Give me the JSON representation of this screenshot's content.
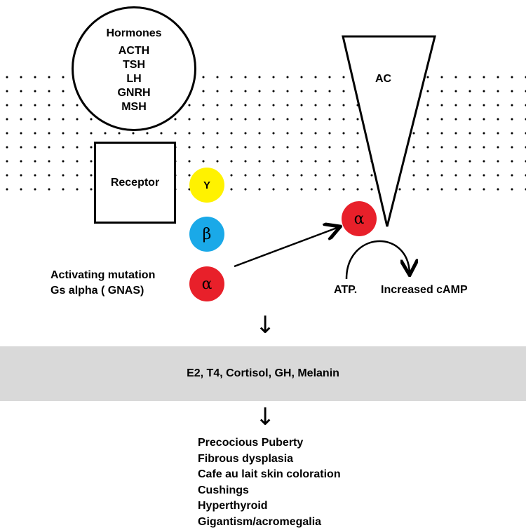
{
  "hormones": {
    "title": "Hormones",
    "items": [
      "ACTH",
      "TSH",
      "LH",
      "GNRH",
      "MSH"
    ]
  },
  "receptor": {
    "label": "Receptor"
  },
  "g_protein": {
    "gamma": "Y",
    "beta": "β",
    "alpha": "α",
    "colors": {
      "gamma": "#fff200",
      "beta": "#1aa9e8",
      "alpha": "#e8202a"
    }
  },
  "mutation": {
    "line1": "Activating mutation",
    "line2": "Gs alpha ( GNAS)"
  },
  "adenylate_cyclase": {
    "label": "AC"
  },
  "reaction": {
    "substrate": "ATP.",
    "product": "Increased cAMP"
  },
  "arrows": {
    "down": "↓"
  },
  "products": {
    "text": "E2, T4, Cortisol, GH, Melanin"
  },
  "outcomes": [
    "Precocious Puberty",
    "Fibrous dysplasia",
    "Cafe au lait skin coloration",
    "Cushings",
    "Hyperthyroid",
    "Gigantism/acromegalia"
  ]
}
